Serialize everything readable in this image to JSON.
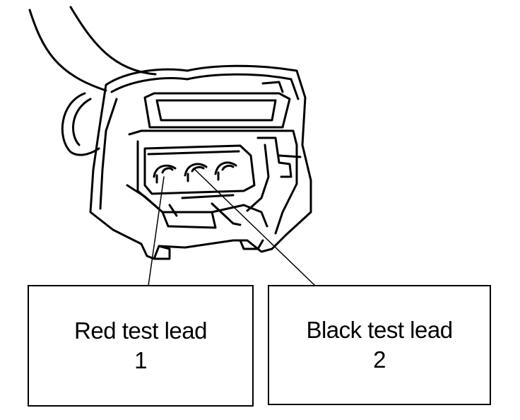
{
  "callouts": {
    "red": {
      "text": "Red test lead",
      "number": "1"
    },
    "black": {
      "text": "Black test lead",
      "number": "2"
    }
  },
  "colors": {
    "line": "#000000",
    "background": "#ffffff"
  }
}
